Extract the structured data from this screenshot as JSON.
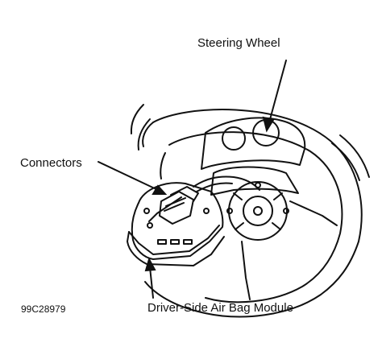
{
  "labels": {
    "steering_wheel": "Steering Wheel",
    "connectors": "Connectors",
    "air_bag_module": "Driver-Side Air Bag Module",
    "figure_code": "99C28979"
  },
  "colors": {
    "line": "#111111",
    "background": "#ffffff"
  }
}
